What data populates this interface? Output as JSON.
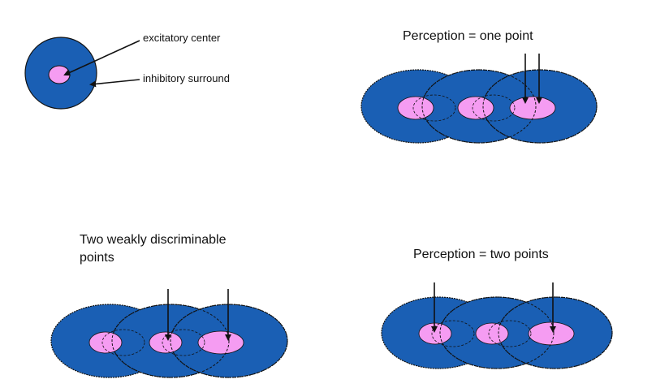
{
  "labels": {
    "excitatory_center": "excitatory center",
    "inhibitory_surround": "inhibitory surround",
    "one_point": "Perception = one point",
    "weakly_line1": "Two weakly discriminable",
    "weakly_line2": "points",
    "two_points": "Perception = two points"
  },
  "colors": {
    "surround": "#1a5fb4",
    "center": "#f59cf2",
    "outline": "#111111",
    "background": "#ffffff"
  }
}
